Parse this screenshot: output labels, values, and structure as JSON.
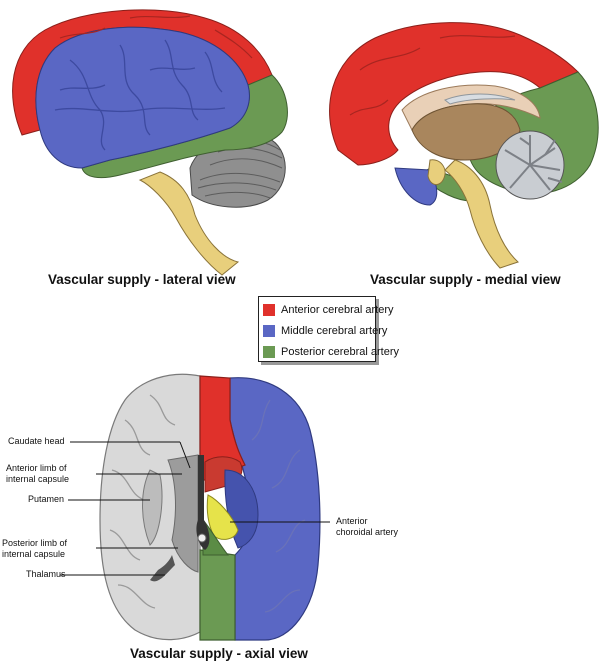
{
  "captions": {
    "lateral": "Vascular supply - lateral view",
    "medial": "Vascular supply - medial view",
    "axial": "Vascular supply - axial view"
  },
  "legend": [
    {
      "label": "Anterior cerebral artery",
      "color": "#e0312b"
    },
    {
      "label": "Middle cerebral artery",
      "color": "#5a67c4"
    },
    {
      "label": "Posterior cerebral artery",
      "color": "#6b9a53"
    }
  ],
  "structure_colors": {
    "anterior_choroidal": "#e6e34a",
    "brainstem": "#e8cf7c",
    "cerebellum": "#8f8f8f",
    "white_matter": "#d9d9d9"
  },
  "labels": {
    "caudate_head": "Caudate head",
    "anterior_limb_1": "Anterior limb of",
    "anterior_limb_2": "internal capsule",
    "putamen": "Putamen",
    "posterior_limb_1": "Posterior limb of",
    "posterior_limb_2": "internal capsule",
    "thalamus": "Thalamus",
    "anterior_choroidal_1": "Anterior",
    "anterior_choroidal_2": "choroidal artery"
  }
}
